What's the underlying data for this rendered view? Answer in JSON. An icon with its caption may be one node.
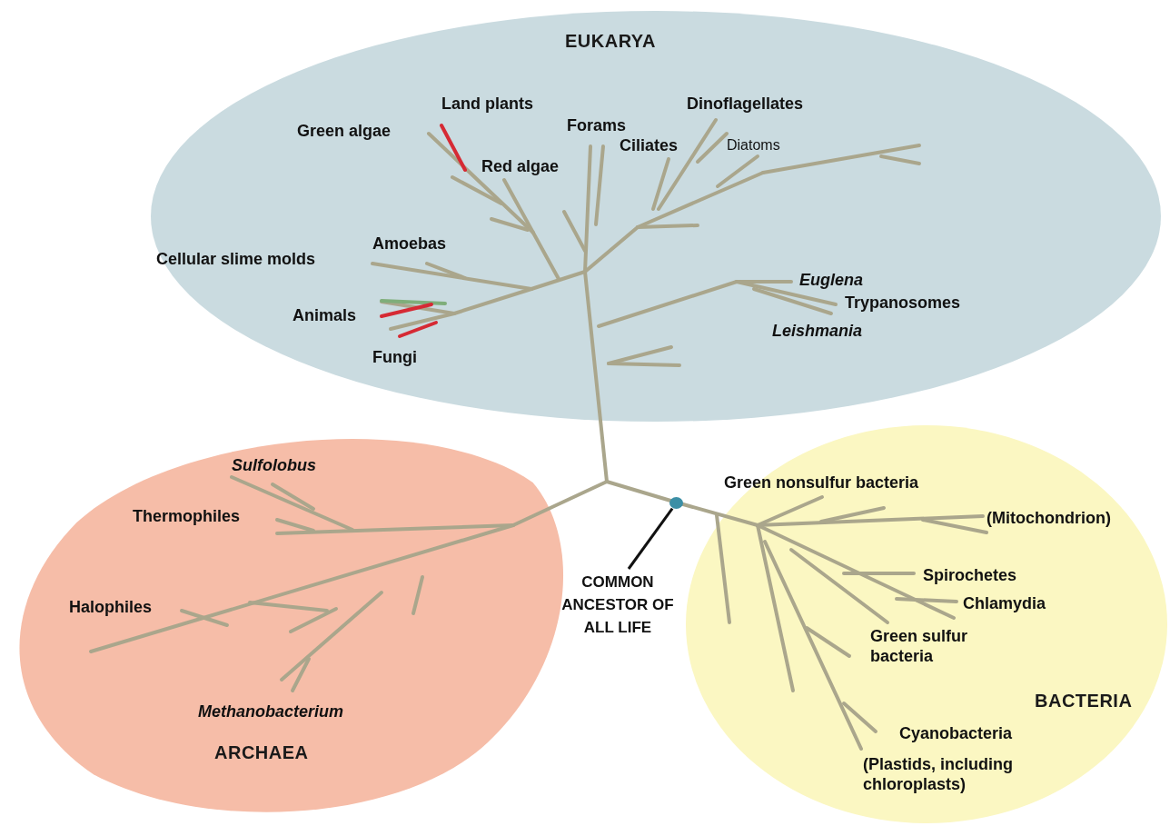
{
  "diagram": {
    "nodes": [
      {
        "text": [
          "EUKARYA"
        ]
      },
      {
        "text": [
          "ARCHAEA"
        ]
      },
      {
        "text": [
          "BACTERIA"
        ]
      },
      {
        "text": [
          "COMMON ANCESTOR OF ALL LIFE"
        ]
      },
      {
        "text": [],
        "shape": "circle"
      }
    ],
    "edges": [
      {
        "from": 3,
        "to": 4,
        "arrow": "none"
      }
    ],
    "labels": [
      "Land plants",
      "Green algae",
      "Forams",
      "Dinoflagellates",
      "Ciliates",
      "Diatoms",
      "Red algae",
      "Amoebas",
      "Cellular slime molds",
      "Euglena",
      "Trypanosomes",
      "Animals",
      "Leishmania",
      "Fungi",
      "Sulfolobus",
      "Thermophiles",
      "Green nonsulfur bacteria",
      "(Mitochondrion)",
      "Spirochetes",
      "Chlamydia",
      "Halophiles",
      "Green sulfur bacteria",
      "Methanobacterium",
      "Cyanobacteria",
      "(Plastids, including chloroplasts)"
    ]
  }
}
